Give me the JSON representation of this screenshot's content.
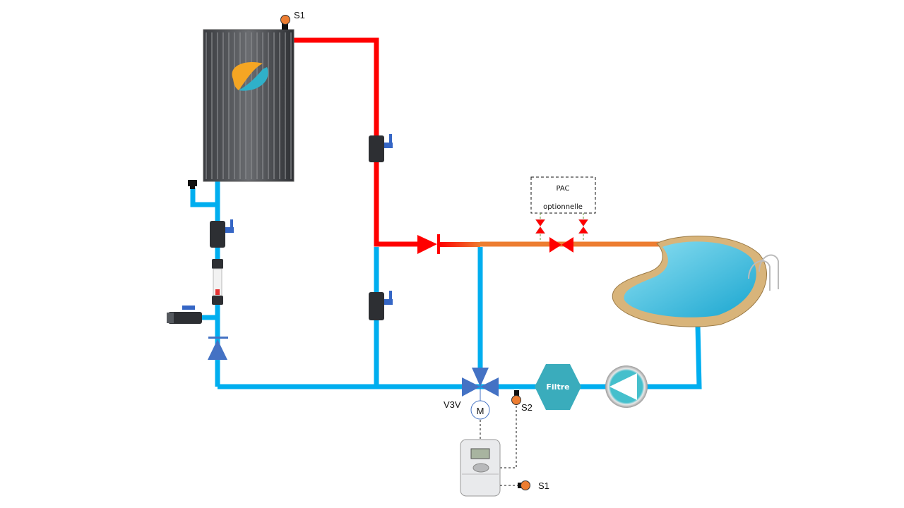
{
  "labels": {
    "sensor_top": "S1",
    "sensor_s2": "S2",
    "sensor_bottom": "S1",
    "v3v": "V3V",
    "motor": "M",
    "filter": "Filtre",
    "pac_line1": "PAC",
    "pac_line2": "optionnelle"
  },
  "colors": {
    "cold_pipe": "#00aeef",
    "hot_pipe": "#ff0000",
    "pac_pipe": "#ed7d31",
    "valve_blue": "#4472c4",
    "filter": "#3aacbc",
    "sensor": "#ed7d31"
  },
  "icons": {
    "solar_panel": "solar-panel-icon",
    "ball_valve": "ball-valve-icon",
    "flowmeter": "flowmeter-icon",
    "check_valve": "check-valve-icon",
    "three_way_valve": "three-way-valve-icon",
    "pump": "pump-icon",
    "pool": "pool-icon",
    "controller": "controller-icon"
  }
}
